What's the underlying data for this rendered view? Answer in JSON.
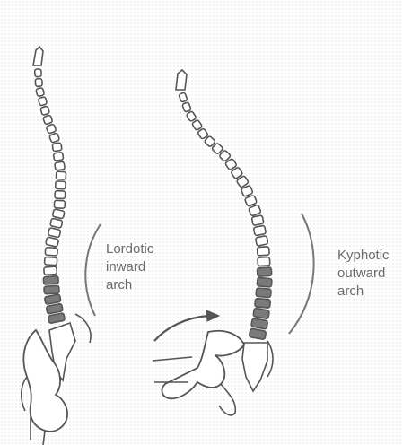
{
  "figures": [
    {
      "id": "lordotic",
      "label_lines": [
        "Lordotic",
        "inward",
        "arch"
      ]
    },
    {
      "id": "kyphotic",
      "label_lines": [
        "Kyphotic",
        "outward",
        "arch"
      ]
    }
  ],
  "colors": {
    "line": "#555555",
    "vertebra_fill": "#ffffff",
    "lumbar_fill": "#7a7a7a",
    "arch_line": "#777777",
    "label_text": "#6b6b6b",
    "background": "#ffffff"
  }
}
